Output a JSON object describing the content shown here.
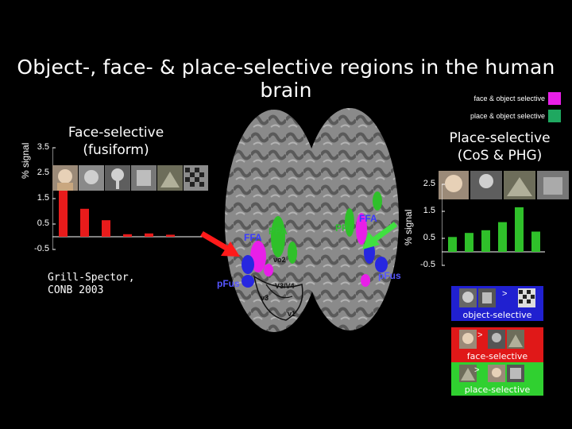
{
  "title": "Object-, face- & place-selective regions in the human brain",
  "legend": {
    "face_object": "face & object selective",
    "place_object": "place & object selective"
  },
  "colors": {
    "face_object": "#e81fe8",
    "place_object": "#1fa860",
    "face_bar": "#e81b1b",
    "place_bar": "#2fc02a",
    "object_box": "#2020d0",
    "face_box": "#e01818",
    "place_box": "#30d030"
  },
  "left_panel": {
    "label": "Face-selective\n(fusiform)",
    "ylabel": "% signal",
    "ticks": [
      "3.5",
      "2.5",
      "1.5",
      "0.5",
      "-0.5"
    ]
  },
  "right_panel": {
    "label": "Place-selective\n(CoS & PHG)",
    "ylabel": "% signal",
    "ticks": [
      "2.5",
      "1.5",
      "0.5",
      "-0.5"
    ]
  },
  "citation": "Grill-Spector,\nCONB 2003",
  "brain_labels": {
    "ffa": "FFA",
    "ppa": "PPA",
    "pfus": "pFus",
    "vo2": "vo2",
    "v3": "v3",
    "v1": "v1",
    "v3v4": "V3/V4"
  },
  "contrasts": [
    {
      "label": "object-selective",
      "gt": ">"
    },
    {
      "label": "face-selective",
      "gt": ">"
    },
    {
      "label": "place-selective",
      "gt": ">"
    }
  ],
  "chart_data": [
    {
      "type": "bar",
      "title": "Face-selective\n(fusiform)",
      "ylabel": "% signal",
      "ylim": [
        -0.5,
        3.5
      ],
      "ticks": [
        3.5,
        2.5,
        1.5,
        0.5,
        -0.5
      ],
      "values": [
        2.05,
        1.1,
        0.65,
        0.1,
        0.13,
        0.08
      ],
      "color": "#e81b1b"
    },
    {
      "type": "bar",
      "title": "Place-selective\n(CoS & PHG)",
      "ylabel": "% signal",
      "ylim": [
        -0.5,
        2.5
      ],
      "ticks": [
        2.5,
        1.5,
        0.5,
        -0.5
      ],
      "values": [
        0.55,
        0.7,
        0.8,
        1.1,
        1.65,
        0.75
      ],
      "color": "#2fc02a"
    }
  ]
}
